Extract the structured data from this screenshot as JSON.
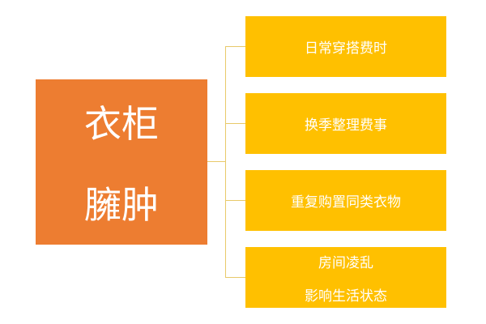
{
  "root": {
    "line1": "衣柜",
    "line2": "臃肿"
  },
  "items": [
    {
      "line1": "日常穿搭费时"
    },
    {
      "line1": "换季整理费事"
    },
    {
      "line1": "重复购置同类衣物"
    },
    {
      "line1": "房间凌乱",
      "line2": "影响生活状态"
    }
  ],
  "colors": {
    "root": "#ED7D31",
    "item": "#FFC000",
    "connector": "#E8C96A"
  }
}
